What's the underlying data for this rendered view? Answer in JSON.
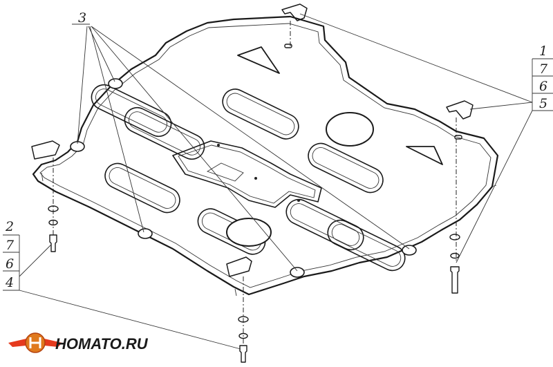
{
  "callouts": {
    "group_top_left": [
      "3"
    ],
    "group_right": [
      "1",
      "7",
      "6",
      "5"
    ],
    "group_left": [
      "2",
      "7",
      "6",
      "4"
    ]
  },
  "logo": {
    "text": "HOMATO.RU",
    "accent_color": "#e53a1e",
    "badge_color": "#e07a1e"
  },
  "icons": {
    "logo_badge": "h-letter-emblem-icon"
  }
}
